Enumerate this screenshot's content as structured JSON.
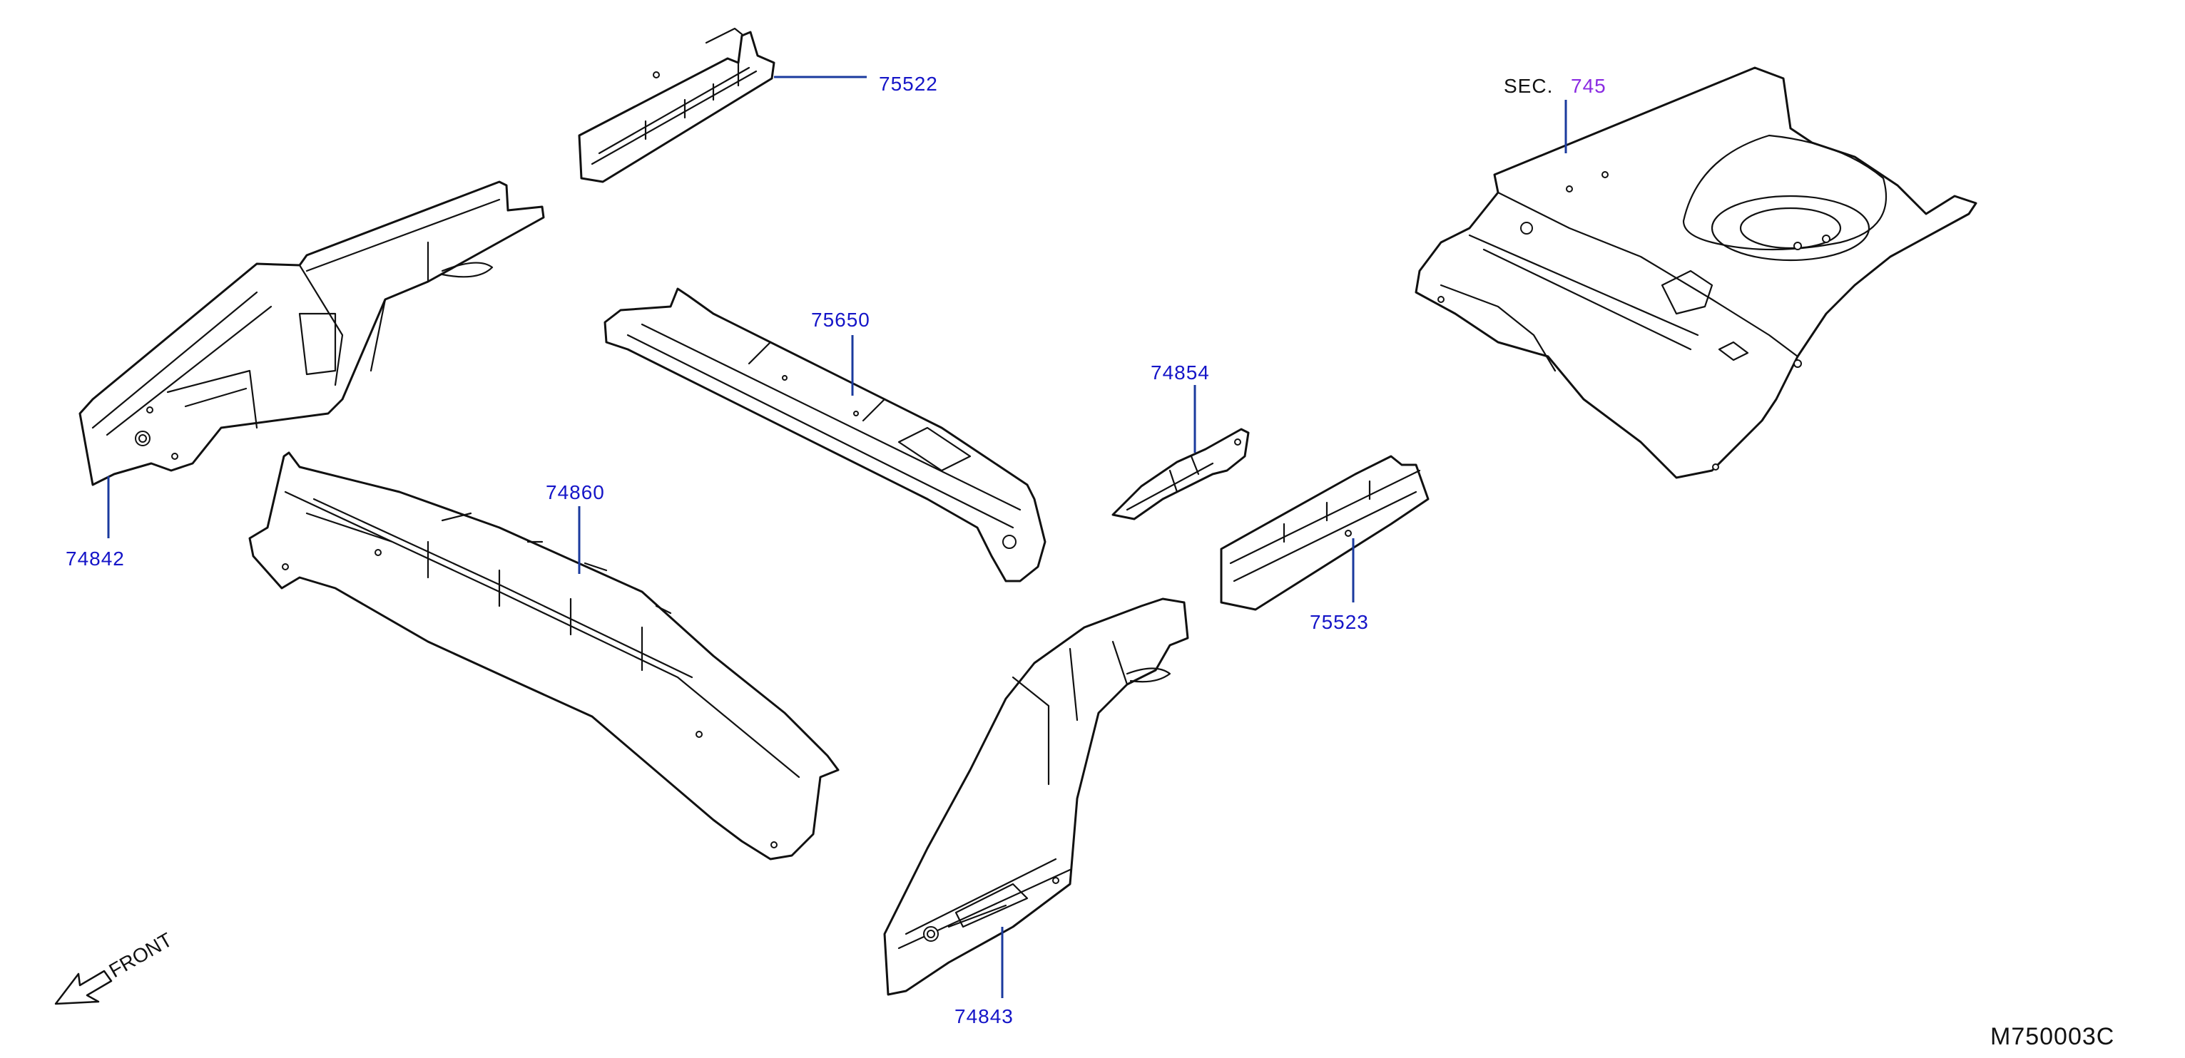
{
  "diagram": {
    "drawing_code": "M750003C",
    "orientation_label": "FRONT",
    "section_ref": {
      "prefix": "SEC.",
      "number": "745"
    },
    "colors": {
      "part_number": "#1515c8",
      "section_number": "#8a2be2",
      "leader": "#1a3a9e",
      "line_art": "#111111"
    },
    "parts": [
      {
        "id": "75522",
        "label": "75522"
      },
      {
        "id": "74842",
        "label": "74842"
      },
      {
        "id": "75650",
        "label": "75650"
      },
      {
        "id": "74860",
        "label": "74860"
      },
      {
        "id": "74854",
        "label": "74854"
      },
      {
        "id": "75523",
        "label": "75523"
      },
      {
        "id": "74843",
        "label": "74843"
      }
    ]
  }
}
